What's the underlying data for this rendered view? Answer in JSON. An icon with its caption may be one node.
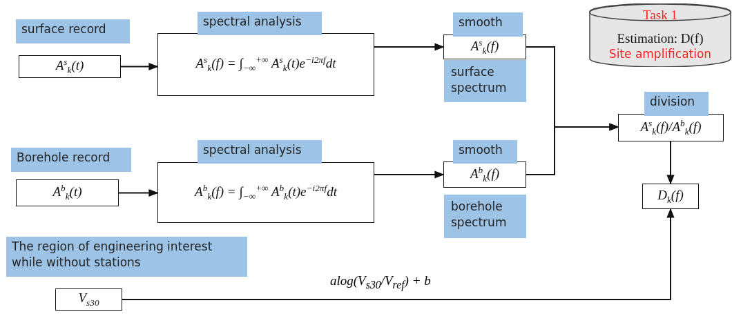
{
  "diagram": {
    "nodes": [
      {
        "text": [
          "surface record",
          "A$^{s}$$_{k}$(t)"
        ]
      },
      {
        "text": [
          "spectral analysis",
          "A$^{s}$$_{k}$(f) = ∫$_{−∞}$$^{+∞}$ A$^{s}$$_{k}$(t)e$^{−i2πf}$dt"
        ]
      },
      {
        "text": [
          "smooth",
          "A$^{s}$$_{k}$(f)"
        ],
        "beside": [
          "surface spectrum"
        ]
      },
      {
        "text": [
          "Borehole record",
          "A$^{b}$$_{k}$(t)"
        ]
      },
      {
        "text": [
          "spectral analysis",
          "A$^{b}$$_{k}$(f) = ∫$_{−∞}$$^{+∞}$ A$^{b}$$_{k}$(t)e$^{−i2πf}$dt"
        ]
      },
      {
        "text": [
          "smooth",
          "A$^{b}$$_{k}$(f)"
        ],
        "beside": [
          "borehole spectrum"
        ]
      },
      {
        "text": [
          "division",
          "A$^{s}$$_{k}$(f)/A$^{b}$$_{k}$(f)"
        ]
      },
      {
        "text": [
          "D$_{k}$(f)"
        ]
      },
      {
        "text": [
          "The region of engineering interest while without stations",
          "V$_{s30}$"
        ]
      },
      {
        "text": [
          "Task 1",
          "Estimation: D(f)",
          "Site amplification"
        ]
      }
    ],
    "edges": [
      {
        "from": 0,
        "to": 1,
        "arrow": "to"
      },
      {
        "from": 1,
        "to": 2,
        "arrow": "to"
      },
      {
        "from": 3,
        "to": 4,
        "arrow": "to"
      },
      {
        "from": 4,
        "to": 5,
        "arrow": "to"
      },
      {
        "from": 2,
        "to": 6,
        "arrow": "to"
      },
      {
        "from": 5,
        "to": 6,
        "arrow": "to"
      },
      {
        "from": 6,
        "to": 7,
        "arrow": "to"
      },
      {
        "from": 8,
        "to": 7,
        "arrow": "to",
        "label": "alog(V$_{s30}$/V$_{ref}$) + b"
      }
    ]
  }
}
